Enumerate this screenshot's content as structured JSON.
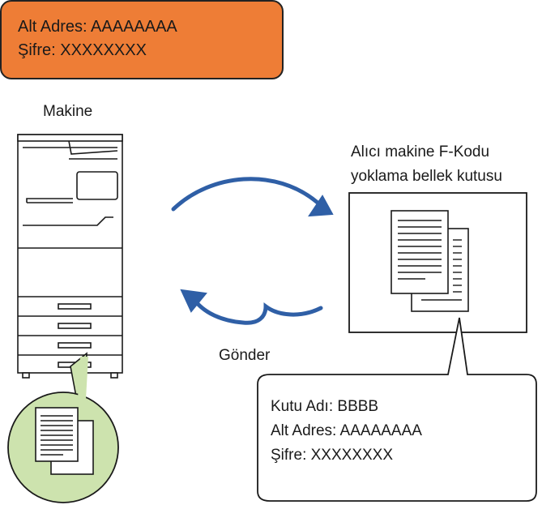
{
  "top_callout": {
    "line1": "Alt Adres: AAAAAAAA",
    "line2": "Şifre: XXXXXXXX",
    "fill": "#ee7d36"
  },
  "machine_label": "Makine",
  "recipient_label": {
    "line1": "Alıcı makine F-Kodu",
    "line2": "yoklama bellek kutusu"
  },
  "send_label": "Gönder",
  "bottom_callout": {
    "line1": "Kutu Adı: BBBB",
    "line2": "Alt Adres: AAAAAAAA",
    "line3": "Şifre: XXXXXXXX"
  },
  "colors": {
    "arrow": "#2f5fa6",
    "document_circle": "#cde3ae",
    "outline": "#1a1a1a"
  },
  "icons": [
    "copier-icon",
    "documents-icon",
    "documents-icon",
    "arrow-icon"
  ]
}
